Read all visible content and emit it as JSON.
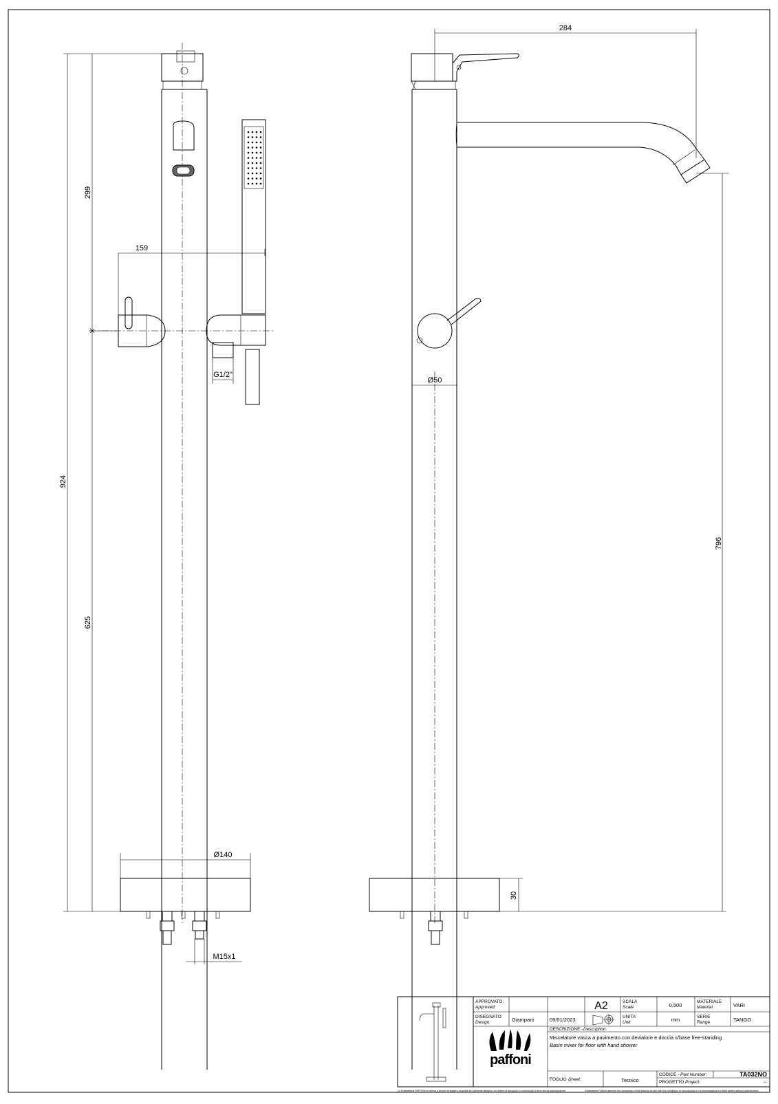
{
  "dimensions": {
    "front": {
      "overall_height": "924",
      "upper_height": "299",
      "lower_height": "625",
      "lever_offset": "159",
      "shower_thread": "G1/2\"",
      "base_diameter": "Ø140",
      "supply_thread": "M15x1"
    },
    "side": {
      "spout_reach": "284",
      "body_diameter": "Ø50",
      "spout_height": "796",
      "base_height": "30"
    }
  },
  "title_block": {
    "approved_label": "APPROVATO:",
    "approved_label_en": "Approved:",
    "approved_value": "",
    "format": "A2",
    "scale_label": "SCALA",
    "scale_label_en": "Scale",
    "scale_value": "0,500",
    "material_label": "MATERIALE",
    "material_label_en": "Material",
    "material_value": "VARI",
    "design_label": "DISEGNATO:",
    "design_label_en": "Design:",
    "designer": "Giampani",
    "date": "09/01/2023",
    "unit_label": "UNITA'",
    "unit_label_en": "Unit",
    "unit_value": "mm",
    "range_label": "SERIE",
    "range_label_en": "Range",
    "range_value": "TANGO",
    "description_label": "DESCRIZIONE -",
    "description_label_en": "Description:",
    "description_it": "Miscelatore vasca a pavimento con deviatore e doccia s/base free-standing",
    "description_en": "Basin mixer for floor with hand shower",
    "sheet_label": "FOGLIO -",
    "sheet_label_en": "Sheet:",
    "sheet_value": "Tecnico",
    "part_label": "CODICE -",
    "part_label_en": "Part Number:",
    "part_value": "TA032NO",
    "project_label": "PROGETTO -",
    "project_label_en": "Project:",
    "project_value": "--",
    "brand": "paffoni",
    "footer_note_it": "La Rubinetteria PAFFONI si riserva a termini di leggere proprietà del presente disegno con divieto di riprodurlo o comunicarlo a terzi senza autorizzazione",
    "footer_note_en": "Rubinetterie Paffoni reserves the ownership of this drawing by law with the prohibition of reproducing it or communicating it to third parties without authorization"
  }
}
